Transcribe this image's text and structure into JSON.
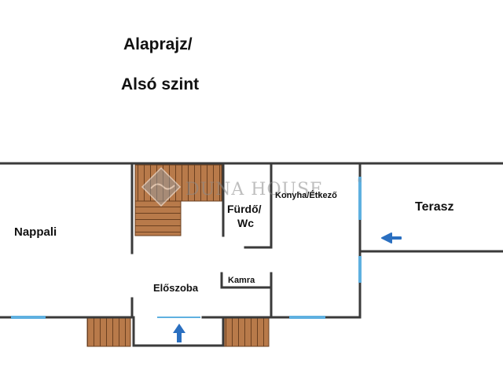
{
  "titles": {
    "line1": "Alaprajz/",
    "line2": "Alsó szint"
  },
  "watermark": {
    "text": "DUNA HOUSE",
    "registered": "®"
  },
  "rooms": {
    "nappali": "Nappali",
    "furdo_line1": "Fürdő/",
    "furdo_line2": "Wc",
    "konyha": "Konyha/Étkező",
    "terasz": "Terasz",
    "eloszoba": "Előszoba",
    "kamra": "Kamra"
  },
  "colors": {
    "wall": "#3a3a3a",
    "stairs": "#b87a4a",
    "stair_lines": "#6b4020",
    "window": "#5fb0e0",
    "arrow": "#2a6fc0"
  }
}
